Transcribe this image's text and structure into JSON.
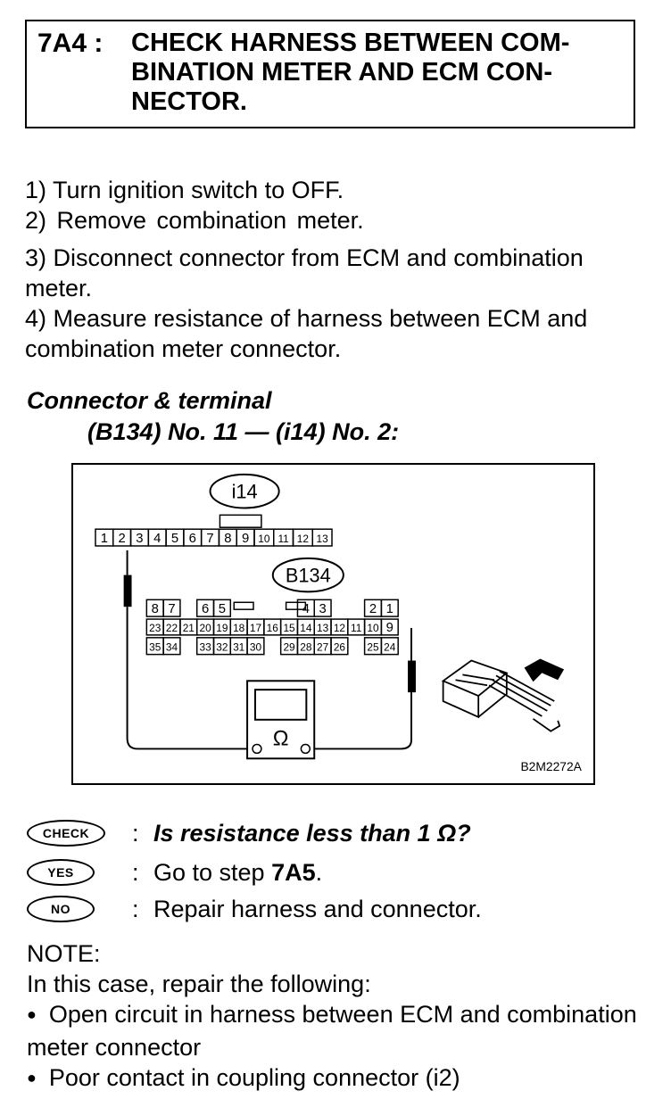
{
  "header": {
    "step_id": "7A4 :",
    "title": "CHECK HARNESS BETWEEN COM-BINATION METER AND ECM CON-NECTOR."
  },
  "steps": [
    "1) Turn ignition switch to OFF.",
    "2) Remove  combination  meter.",
    "3) Disconnect connector from ECM and combination meter.",
    "4) Measure resistance of harness between ECM and combination meter connector."
  ],
  "connector": {
    "label": "Connector & terminal",
    "terminals": "(B134) No. 11 — (i14) No. 2:"
  },
  "diagram": {
    "connector_i14_label": "i14",
    "connector_b134_label": "B134",
    "i14_pins": [
      "1",
      "2",
      "3",
      "4",
      "5",
      "6",
      "7",
      "8",
      "9",
      "10",
      "11",
      "12",
      "13"
    ],
    "b134_row1_groups": [
      [
        "8",
        "7"
      ],
      [
        "6",
        "5"
      ],
      [
        "4",
        "3"
      ],
      [
        "2",
        "1"
      ]
    ],
    "b134_row2": [
      "23",
      "22",
      "21",
      "20",
      "19",
      "18",
      "17",
      "16",
      "15",
      "14",
      "13",
      "12",
      "11",
      "10",
      "9"
    ],
    "b134_row3_groups": [
      [
        "35",
        "34"
      ],
      [
        "33",
        "32",
        "31",
        "30"
      ],
      [
        "29",
        "28",
        "27",
        "26"
      ],
      [
        "25",
        "24"
      ]
    ],
    "meter_symbol": "Ω",
    "figure_code": "B2M2272A"
  },
  "qa": {
    "check_badge": "CHECK",
    "yes_badge": "YES",
    "no_badge": "NO",
    "colon": ":",
    "question": "Is resistance less than 1 Ω?",
    "yes_prefix": "Go to step ",
    "yes_step": "7A5",
    "yes_suffix": ".",
    "no_answer": "Repair harness and connector."
  },
  "note": {
    "title": "NOTE:",
    "intro": "In this case, repair the following:",
    "items": [
      "Open circuit in harness between ECM and combination meter connector",
      "Poor contact in coupling connector (i2)"
    ]
  }
}
